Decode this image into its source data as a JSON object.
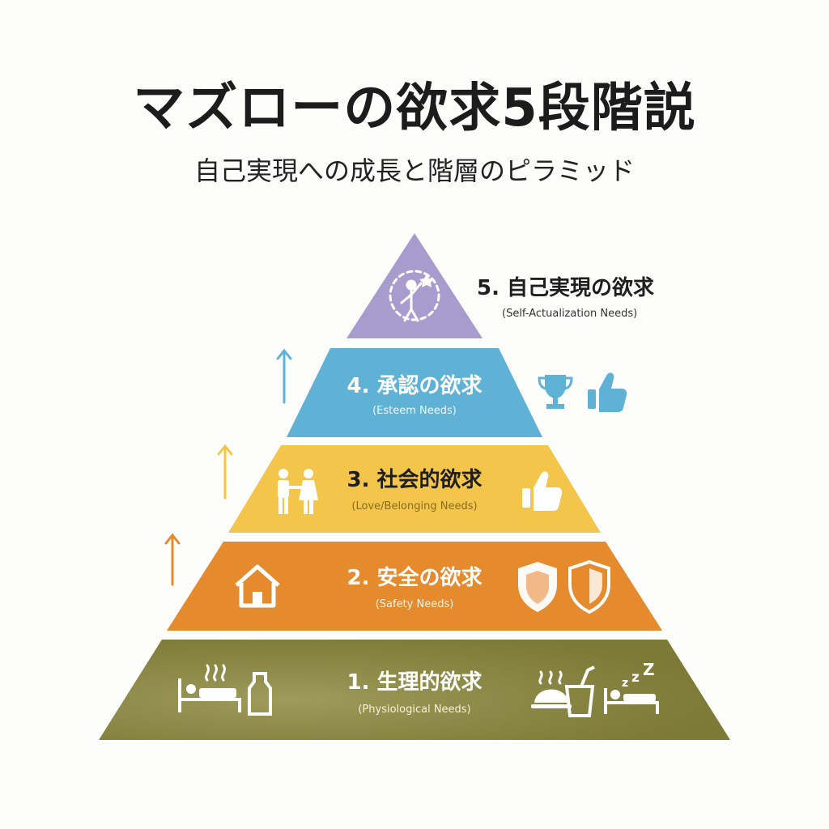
{
  "title": "マズローの欲求5段階説",
  "subtitle": "自己実現への成長と階層のピラミッド",
  "levels": [
    {
      "label": "1. 生理的欲求",
      "sub": "(Physiological Needs)",
      "color": "#8e8a3e",
      "icons": [
        "bed-icon",
        "steam-icon",
        "bottle-icon",
        "food-platter-icon",
        "drink-cup-icon",
        "sleeping-bed-icon"
      ]
    },
    {
      "label": "2. 安全の欲求",
      "sub": "(Safety Needs)",
      "color": "#e68a2e",
      "icons": [
        "house-icon",
        "shield-icon",
        "shield-icon"
      ]
    },
    {
      "label": "3. 社会的欲求",
      "sub": "(Love/Belonging Needs)",
      "color": "#f3c54a",
      "icons": [
        "couple-icon",
        "thumbs-up-icon"
      ]
    },
    {
      "label": "4. 承認の欲求",
      "sub": "(Esteem Needs)",
      "color": "#5fb2d6",
      "icons": [
        "trophy-icon",
        "thumbs-up-icon"
      ]
    },
    {
      "label": "5. 自己実現の欲求",
      "sub": "(Self-Actualization Needs)",
      "color": "#a79ccd",
      "icons": [
        "person-reaching-star-icon"
      ]
    }
  ],
  "arrows": [
    "up-arrow-icon",
    "up-arrow-icon",
    "up-arrow-icon"
  ]
}
